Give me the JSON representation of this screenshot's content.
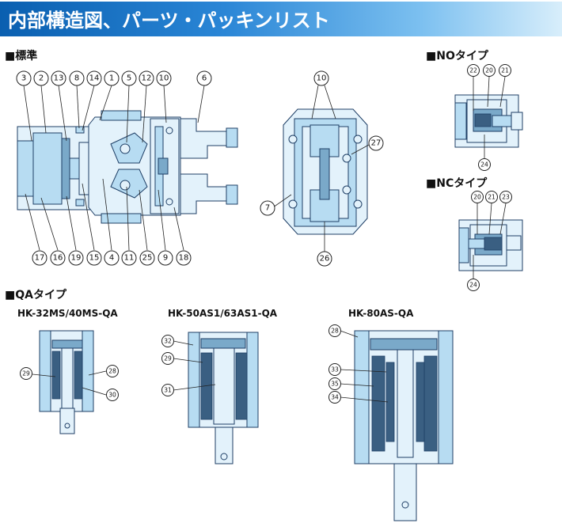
{
  "header": {
    "title": "内部構造図、パーツ・パッキンリスト"
  },
  "sections": {
    "standard": "■標準",
    "no_type": "■NOタイプ",
    "nc_type": "■NCタイプ",
    "qa_type": "■QAタイプ"
  },
  "qa_models": {
    "m1": "HK-32MS/40MS-QA",
    "m2": "HK-50AS1/63AS1-QA",
    "m3": "HK-80AS-QA"
  },
  "callouts": {
    "std_top": [
      "3",
      "2",
      "13",
      "8",
      "14",
      "1",
      "5",
      "12",
      "10",
      "6"
    ],
    "std_bottom": [
      "17",
      "16",
      "19",
      "15",
      "4",
      "11",
      "25",
      "9",
      "18"
    ],
    "end_view": [
      "10",
      "27",
      "7",
      "26"
    ],
    "no": [
      "22",
      "20",
      "21",
      "24"
    ],
    "nc": [
      "20",
      "21",
      "23",
      "24"
    ],
    "qa1": [
      "29",
      "28",
      "30"
    ],
    "qa2": [
      "32",
      "29",
      "31"
    ],
    "qa3": [
      "28",
      "33",
      "35",
      "34"
    ]
  },
  "colors": {
    "banner_start": "#0a5fb0",
    "banner_end": "#d8eefb",
    "part_fill": "#b7dcf2",
    "outline": "#1f3f66"
  }
}
